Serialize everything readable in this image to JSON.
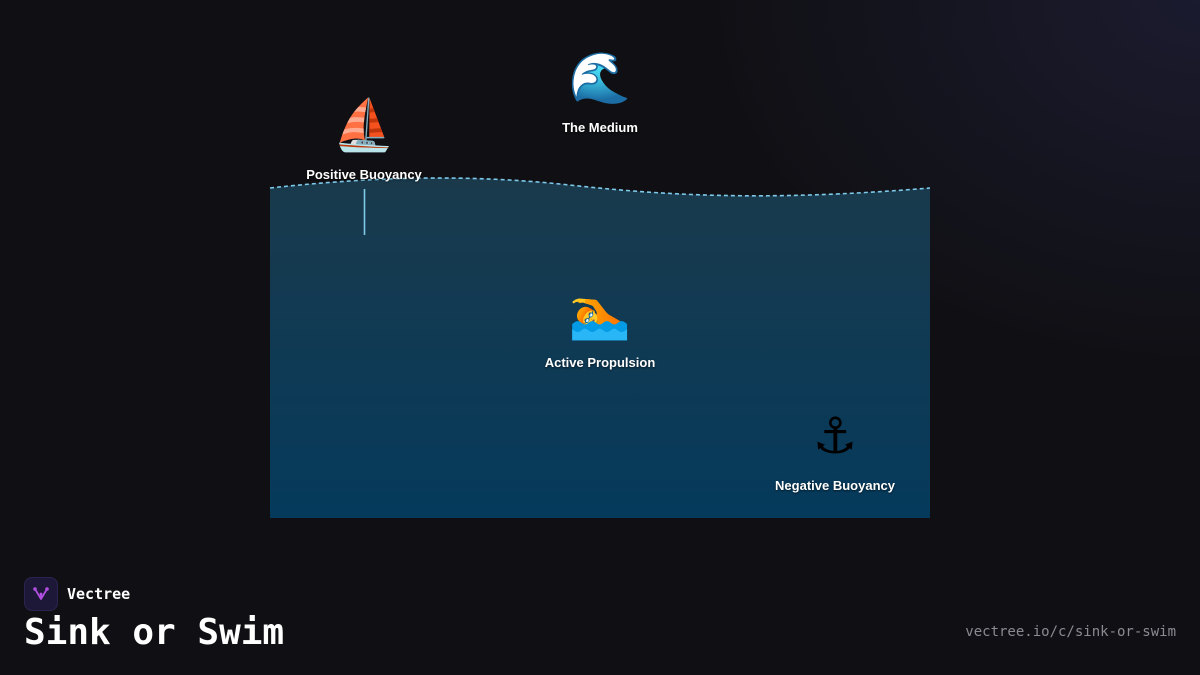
{
  "brand": {
    "name": "Vectree",
    "logo_icon": "vectree-logo-icon",
    "accent_color": "#b04fe0"
  },
  "page": {
    "title": "Sink or Swim",
    "url": "vectree.io/c/sink-or-swim"
  },
  "diagram": {
    "water_color_top": "#1a3a4c",
    "water_color_bottom": "#053a5c",
    "waterline_color": "#7ec8e8",
    "nodes": [
      {
        "id": "medium",
        "label": "The Medium",
        "icon": "wave-icon",
        "glyph": "🌊"
      },
      {
        "id": "positive",
        "label": "Positive Buoyancy",
        "icon": "sailboat-icon",
        "glyph": "⛵"
      },
      {
        "id": "active",
        "label": "Active Propulsion",
        "icon": "swimmer-icon",
        "glyph": "🏊"
      },
      {
        "id": "negative",
        "label": "Negative Buoyancy",
        "icon": "anchor-icon",
        "glyph": "⚓"
      }
    ]
  }
}
